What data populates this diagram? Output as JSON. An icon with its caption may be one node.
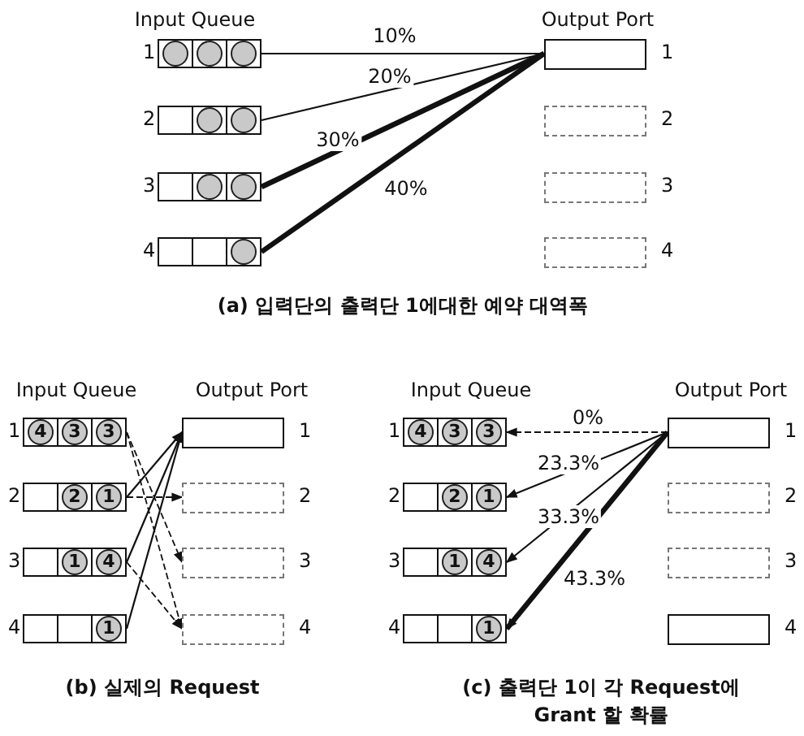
{
  "diagram": {
    "nodes": [
      {
        "text": [],
        "shape": "box",
        "beside": [
          "1"
        ]
      },
      {
        "text": [],
        "shape": "box",
        "beside": [
          "2"
        ]
      },
      {
        "text": [],
        "shape": "box",
        "beside": [
          "3"
        ]
      },
      {
        "text": [],
        "shape": "box",
        "beside": [
          "4"
        ]
      },
      {
        "text": [],
        "shape": "box",
        "beside": [
          "1"
        ]
      },
      {
        "text": [],
        "shape": "box",
        "beside": [
          "2"
        ]
      },
      {
        "text": [],
        "shape": "box",
        "beside": [
          "3"
        ]
      },
      {
        "text": [],
        "shape": "box",
        "beside": [
          "4"
        ]
      },
      {
        "text": [
          "4",
          "3",
          "3"
        ],
        "beside": [
          "1"
        ]
      },
      {
        "text": [
          "2",
          "1"
        ],
        "beside": [
          "2"
        ]
      },
      {
        "text": [
          "1",
          "4"
        ],
        "beside": [
          "3"
        ]
      },
      {
        "text": [
          "1"
        ],
        "beside": [
          "4"
        ]
      },
      {
        "text": [],
        "shape": "box",
        "beside": [
          "1"
        ]
      },
      {
        "text": [],
        "shape": "box",
        "beside": [
          "2"
        ]
      },
      {
        "text": [],
        "shape": "box",
        "beside": [
          "3"
        ]
      },
      {
        "text": [],
        "shape": "box",
        "beside": [
          "4"
        ]
      },
      {
        "text": [
          "4",
          "3",
          "3"
        ],
        "beside": [
          "1"
        ]
      },
      {
        "text": [
          "2",
          "1"
        ],
        "beside": [
          "2"
        ]
      },
      {
        "text": [
          "1",
          "4"
        ],
        "beside": [
          "3"
        ]
      },
      {
        "text": [
          "1"
        ],
        "beside": [
          "4"
        ]
      },
      {
        "text": [],
        "shape": "box",
        "beside": [
          "1"
        ]
      },
      {
        "text": [],
        "shape": "box",
        "beside": [
          "2"
        ]
      },
      {
        "text": [],
        "shape": "box",
        "beside": [
          "3"
        ]
      },
      {
        "text": [],
        "shape": "box",
        "beside": [
          "4"
        ]
      }
    ],
    "edges": [
      {
        "from": 0,
        "to": 4,
        "arrow": "none",
        "label": "10%"
      },
      {
        "from": 1,
        "to": 4,
        "arrow": "none",
        "label": "20%"
      },
      {
        "from": 2,
        "to": 4,
        "arrow": "none",
        "label": "30%",
        "style": "thick"
      },
      {
        "from": 3,
        "to": 4,
        "arrow": "none",
        "label": "40%",
        "style": "thick"
      },
      {
        "from": 8,
        "to": 14,
        "arrow": "to",
        "style": "dashed"
      },
      {
        "from": 8,
        "to": 15,
        "arrow": "to",
        "style": "dashed"
      },
      {
        "from": 9,
        "to": 12,
        "arrow": "to"
      },
      {
        "from": 9,
        "to": 13,
        "arrow": "to",
        "style": "dashed"
      },
      {
        "from": 10,
        "to": 12,
        "arrow": "to"
      },
      {
        "from": 10,
        "to": 15,
        "arrow": "to",
        "style": "dashed"
      },
      {
        "from": 11,
        "to": 12,
        "arrow": "to"
      },
      {
        "from": 20,
        "to": 16,
        "arrow": "to",
        "label": "0%",
        "style": "dashed"
      },
      {
        "from": 20,
        "to": 17,
        "arrow": "to",
        "label": "23.3%"
      },
      {
        "from": 20,
        "to": 18,
        "arrow": "to",
        "label": "33.3%"
      },
      {
        "from": 20,
        "to": 19,
        "arrow": "to",
        "label": "43.3%",
        "style": "thick"
      }
    ],
    "labels": [
      "Input Queue",
      "Output Port",
      "(a) 입력단의 출력단 1에대한 예약 대역폭",
      "Input Queue",
      "Output Port",
      "Input Queue",
      "Output Port",
      "(b) 실제의 Request",
      "(c) 출력단 1이 각 Request에 Grant 할 확률"
    ]
  }
}
